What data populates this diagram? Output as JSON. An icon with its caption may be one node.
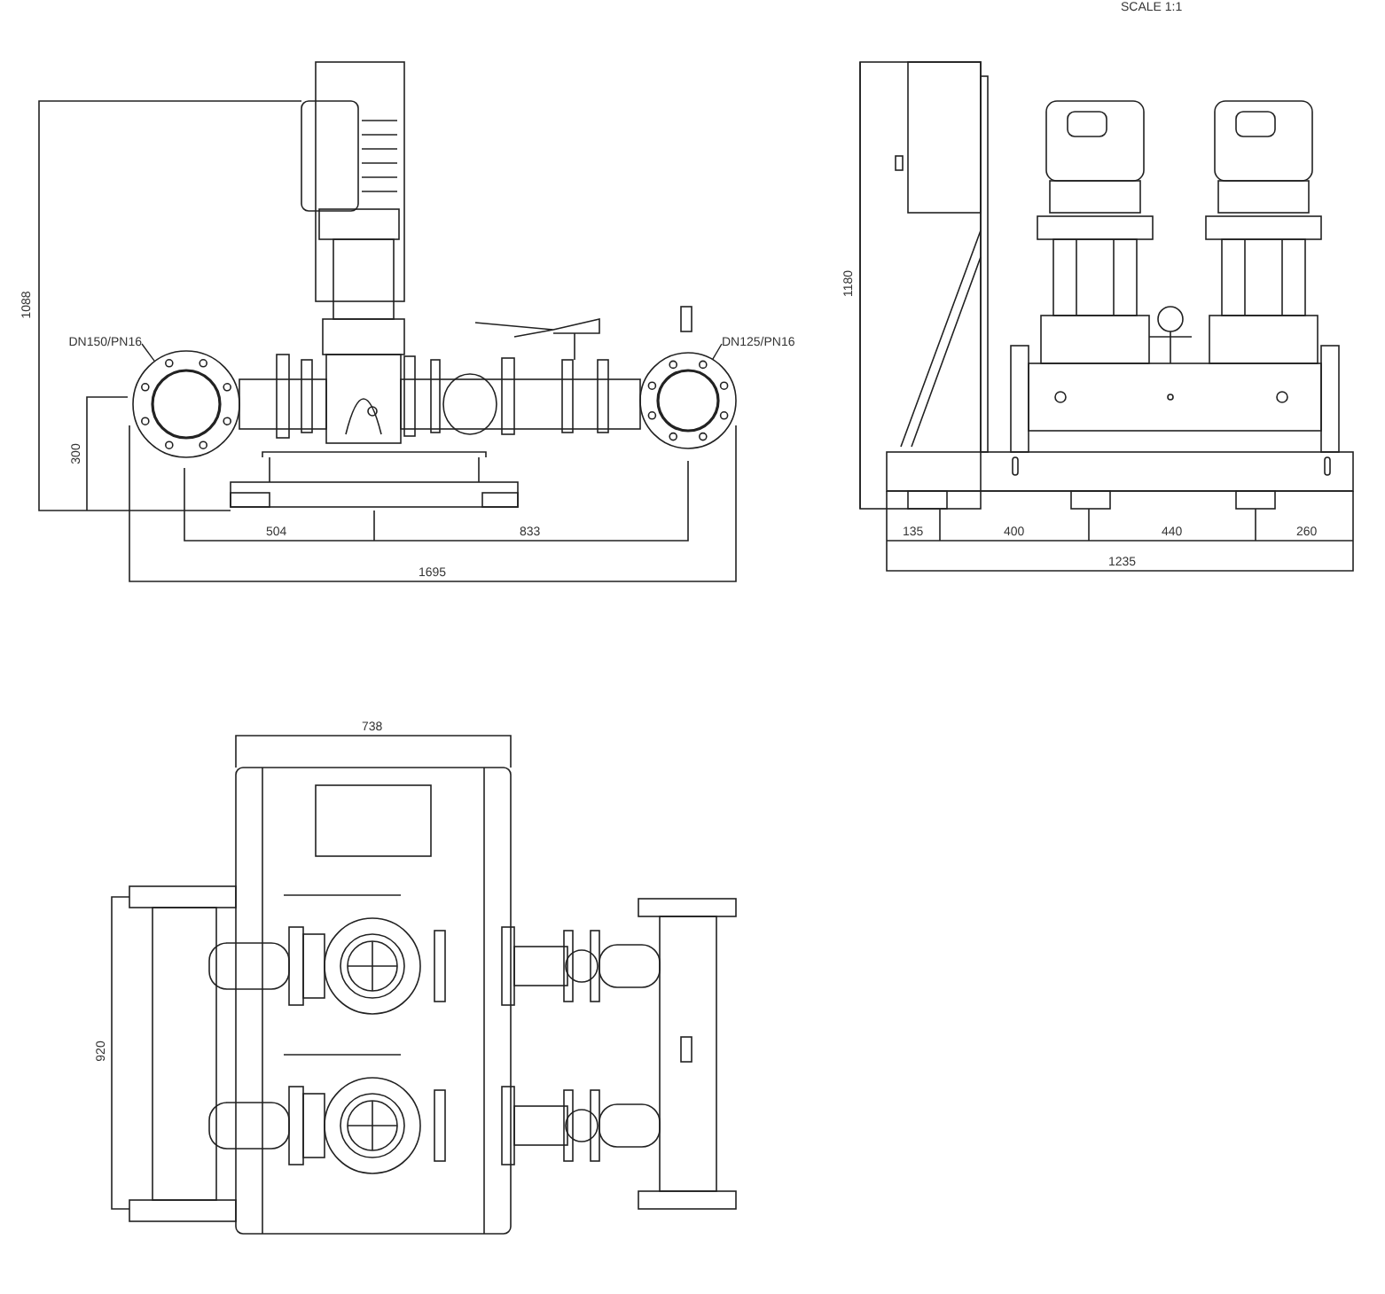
{
  "diagram": {
    "nodes": [
      {
        "text": [
          "DN150/PN16"
        ]
      },
      {
        "text": [],
        "shape": "circle"
      },
      {
        "text": [
          "DN125/PN16"
        ]
      },
      {
        "text": [],
        "shape": "circle"
      }
    ],
    "edges": [
      {
        "from": 0,
        "to": 1,
        "arrow": "none"
      },
      {
        "from": 2,
        "to": 3,
        "arrow": "none"
      }
    ],
    "labels": [
      "SCALE 1:1",
      "1088",
      "300",
      "504",
      "833",
      "1695",
      "1180",
      "135",
      "400",
      "440",
      "260",
      "1235",
      "738",
      "920"
    ]
  }
}
